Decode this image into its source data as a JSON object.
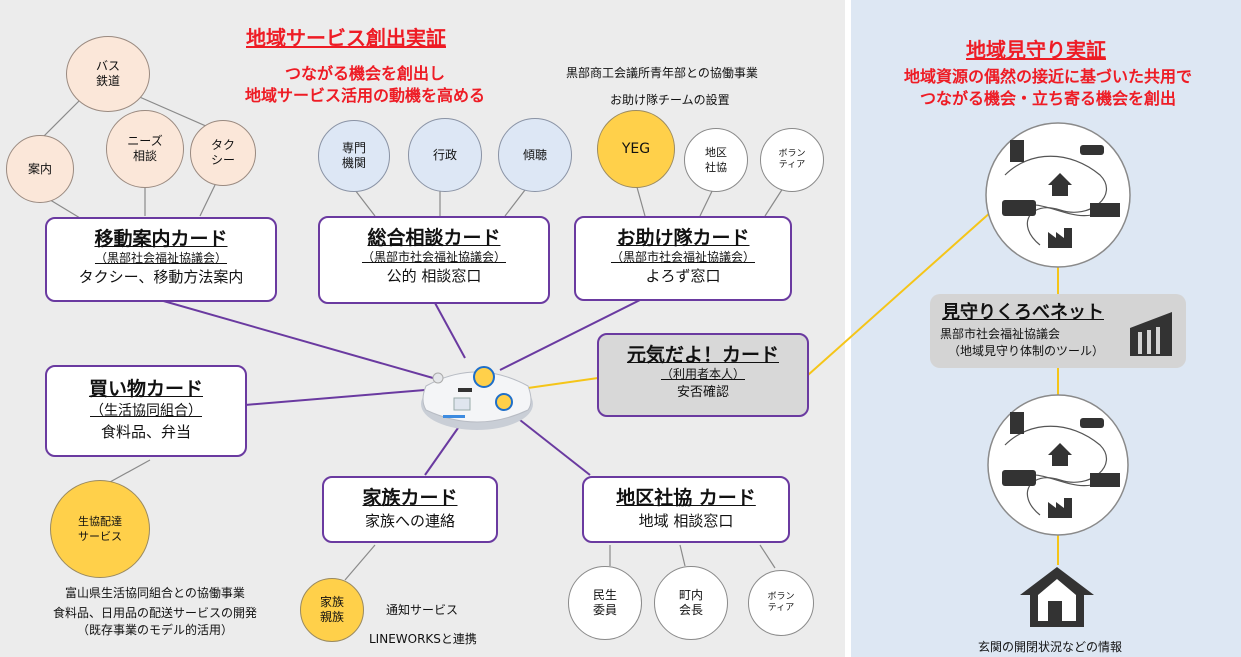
{
  "left_title": "地域サービス創出実証",
  "left_subtitle": [
    "つながる機会を創出し",
    "地域サービス活用の動機を高める"
  ],
  "right_title": "地域見守り実証",
  "right_subtitle": [
    "地域資源の偶然の接近に基づいた共用で",
    "つながる機会・立ち寄る機会を創出"
  ],
  "yeg_notes": [
    "黒部商工会議所青年部との協働事業",
    "お助け隊チームの設置"
  ],
  "circles": {
    "bus": "バス\n鉄道",
    "guide": "案内",
    "needs": "ニーズ\n相談",
    "taxi": "タク\nシー",
    "specialist": "専門\n機関",
    "admin": "行政",
    "listening": "傾聴",
    "yeg": "YEG",
    "district": "地区\n社協",
    "volunteer_top": "ボラン\nティア",
    "coop_delivery": "生協配達\nサービス",
    "family": "家族\n親族",
    "welfare_officer": "民生\n委員",
    "town_head": "町内\n会長",
    "volunteer_bottom": "ボラン\nティア"
  },
  "cards": {
    "mobility": {
      "title": "移動案内カード",
      "sub": "（黒部社会福祉協議会）",
      "desc": "タクシー、移動方法案内"
    },
    "consult": {
      "title": "総合相談カード",
      "sub": "（黒部市社会福祉協議会）",
      "desc": "公的 相談窓口"
    },
    "help": {
      "title": "お助け隊カード",
      "sub": "（黒部市社会福祉協議会）",
      "desc": "よろず窓口"
    },
    "shopping": {
      "title": "買い物カード",
      "sub": "（生活協同組合）",
      "desc": "食料品、弁当"
    },
    "genki": {
      "title": "元気だよ！カード",
      "sub": "（利用者本人）",
      "desc": "安否確認"
    },
    "family": {
      "title": "家族カード",
      "desc": "家族への連絡"
    },
    "district": {
      "title": "地区社協 カード",
      "desc": "地域 相談窓口"
    }
  },
  "coop_notes": [
    "富山県生活協同組合との協働事業",
    "食料品、日用品の配送サービスの開発",
    "（既存事業のモデル的活用）"
  ],
  "family_notes": [
    "通知サービス",
    "LINEWORKSと連携"
  ],
  "network": {
    "title": "見守りくろべネット",
    "org": "黒部市社会福祉協議会",
    "desc": "（地域見守り体制のツール）"
  },
  "door_note": "玄関の開閉状況などの情報",
  "colors": {
    "accent_red": "#ee1c25",
    "card_border": "#6a3aa0",
    "yellow": "#ffd04a",
    "wire_yellow": "#f5c518"
  }
}
